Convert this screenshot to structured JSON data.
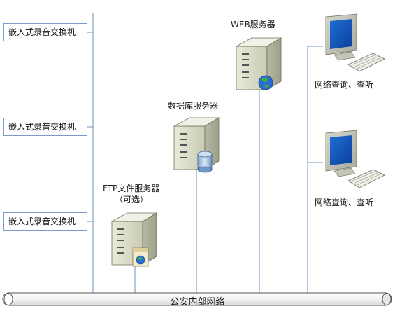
{
  "switches": [
    {
      "label": "嵌入式录音交换机"
    },
    {
      "label": "嵌入式录音交换机"
    },
    {
      "label": "嵌入式录音交换机"
    }
  ],
  "servers": {
    "web": {
      "label": "WEB服务器"
    },
    "database": {
      "label": "数据库服务器"
    },
    "ftp": {
      "label": "FTP文件服务器",
      "note": "（可选）"
    }
  },
  "workstations": [
    {
      "label": "网络查询、查听"
    },
    {
      "label": "网络查询、查听"
    }
  ],
  "network": {
    "label": "公安内部网络"
  }
}
